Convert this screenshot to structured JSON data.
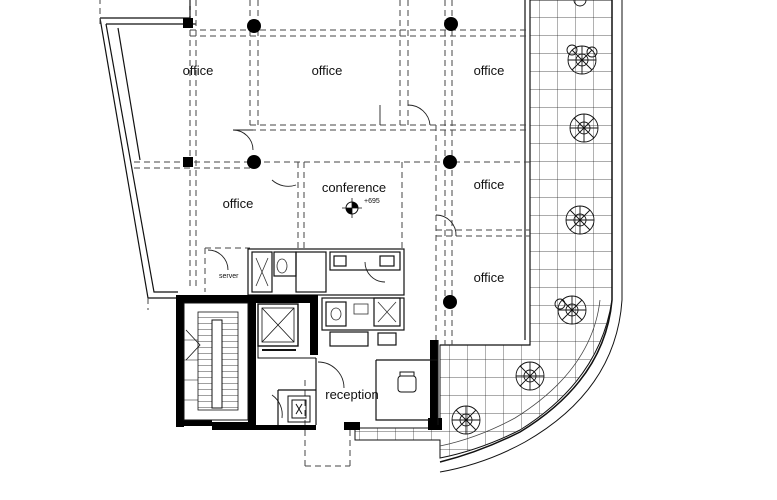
{
  "rooms": {
    "office_1": "office",
    "office_2": "office",
    "office_3": "office",
    "office_4": "office",
    "office_5": "office",
    "office_6": "office",
    "conference": "conference",
    "server": "server",
    "reception": "reception"
  },
  "elevation_mark": "+695",
  "colors": {
    "line": "#111111",
    "dash": "#333333",
    "wall": "#000000",
    "paper": "#ffffff"
  },
  "icons": {
    "column": "filled-circle",
    "elevation": "datum-target",
    "plant": "tree-symbol",
    "elevator": "elevator-box",
    "stair": "stair-flight"
  }
}
